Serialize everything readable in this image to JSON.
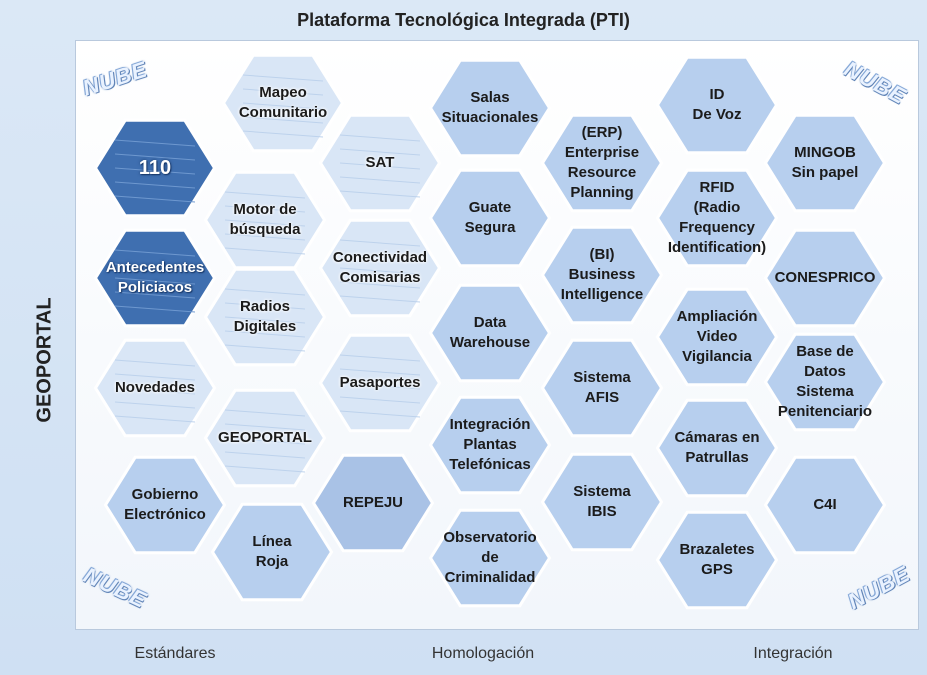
{
  "title": "Plataforma Tecnológica Integrada (PTI)",
  "side_label": "GEOPORTAL",
  "bottom_labels": [
    "Estándares",
    "Homologación",
    "Integración"
  ],
  "corner_label": "NUBE",
  "hexagons": [
    {
      "label": "Mapeo\nComunitario",
      "style": "light-image"
    },
    {
      "label": "110",
      "style": "dark-image"
    },
    {
      "label": "SAT",
      "style": "light-image"
    },
    {
      "label": "Motor de\nbúsqueda",
      "style": "light-image"
    },
    {
      "label": "Antecedentes\nPoliciacos",
      "style": "dark-image"
    },
    {
      "label": "Conectividad\nComisarias",
      "style": "light-image"
    },
    {
      "label": "Radios\nDigitales",
      "style": "light-image"
    },
    {
      "label": "Novedades",
      "style": "light-image"
    },
    {
      "label": "Pasaportes",
      "style": "light-image"
    },
    {
      "label": "GEOPORTAL",
      "style": "light-image"
    },
    {
      "label": "Gobierno\nElectrónico",
      "style": "plain"
    },
    {
      "label": "REPEJU",
      "style": "highlight"
    },
    {
      "label": "Línea\nRoja",
      "style": "plain"
    },
    {
      "label": "Salas\nSituacionales",
      "style": "plain"
    },
    {
      "label": "Guate\nSegura",
      "style": "plain"
    },
    {
      "label": "Data\nWarehouse",
      "style": "plain"
    },
    {
      "label": "Integración\nPlantas\nTelefónicas",
      "style": "plain"
    },
    {
      "label": "Observatorio\nde\nCriminalidad",
      "style": "plain"
    },
    {
      "label": "(ERP)\nEnterprise\nResource\nPlanning",
      "style": "plain"
    },
    {
      "label": "(BI)\nBusiness\nIntelligence",
      "style": "plain"
    },
    {
      "label": "Sistema\nAFIS",
      "style": "plain"
    },
    {
      "label": "Sistema\nIBIS",
      "style": "plain"
    },
    {
      "label": "ID\nDe Voz",
      "style": "plain"
    },
    {
      "label": "RFID\n(Radio\nFrequency\nIdentification)",
      "style": "plain"
    },
    {
      "label": "Ampliación\nVideo\nVigilancia",
      "style": "plain"
    },
    {
      "label": "Cámaras en\nPatrullas",
      "style": "plain"
    },
    {
      "label": "Brazaletes\nGPS",
      "style": "plain"
    },
    {
      "label": "MINGOB\nSin papel",
      "style": "plain"
    },
    {
      "label": "CONESPRICO",
      "style": "plain"
    },
    {
      "label": "Base de\nDatos\nSistema\nPenitenciario",
      "style": "plain"
    },
    {
      "label": "C4I",
      "style": "plain"
    }
  ],
  "colors": {
    "hex_plain": "#b7cfee",
    "hex_highlight": "#a9c2e6",
    "hex_light_image": "#d9e6f6",
    "hex_dark_image": "#3f6fb0"
  }
}
